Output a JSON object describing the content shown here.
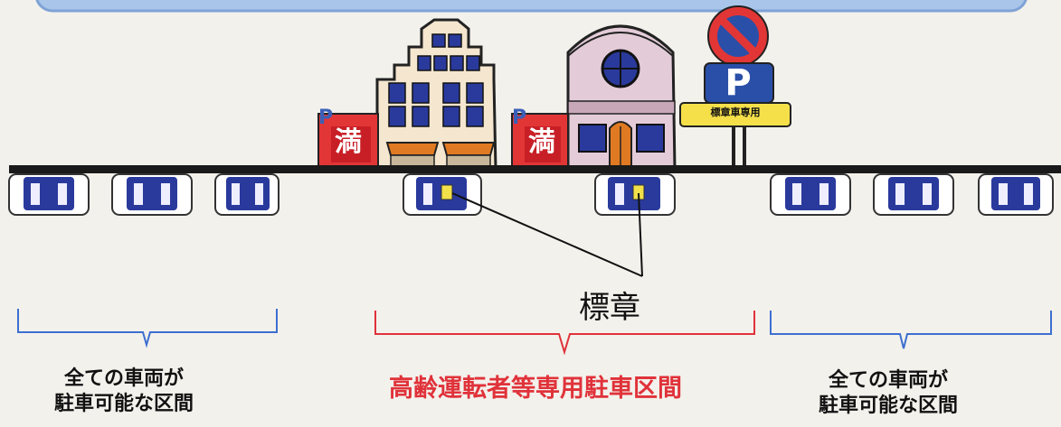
{
  "top_banner": {
    "fill": "#a9c6ea",
    "border": "#7fa3d6"
  },
  "parking_lot_full": {
    "p_letter": "P",
    "full_char": "満"
  },
  "sign": {
    "p_letter": "P",
    "plate_text": "標章車専用",
    "prohibition_color": "#e23636",
    "plate_color": "#f5e04a",
    "p_panel_color": "#2a4fa8"
  },
  "marker_label": "標章",
  "zones": [
    {
      "label_line1": "全ての車両が",
      "label_line2": "駐車可能な区間",
      "bracket_color": "#3d6fd0"
    },
    {
      "label": "高齢運転者等専用駐車区間",
      "bracket_color": "#e0323a"
    },
    {
      "label_line1": "全ての車両が",
      "label_line2": "駐車可能な区間",
      "bracket_color": "#3d6fd0"
    }
  ],
  "colors": {
    "car_body": "#2a3a9c",
    "car_glass": "#ffffff",
    "marker": "#f2e04a",
    "road": "#1a1a1a"
  }
}
